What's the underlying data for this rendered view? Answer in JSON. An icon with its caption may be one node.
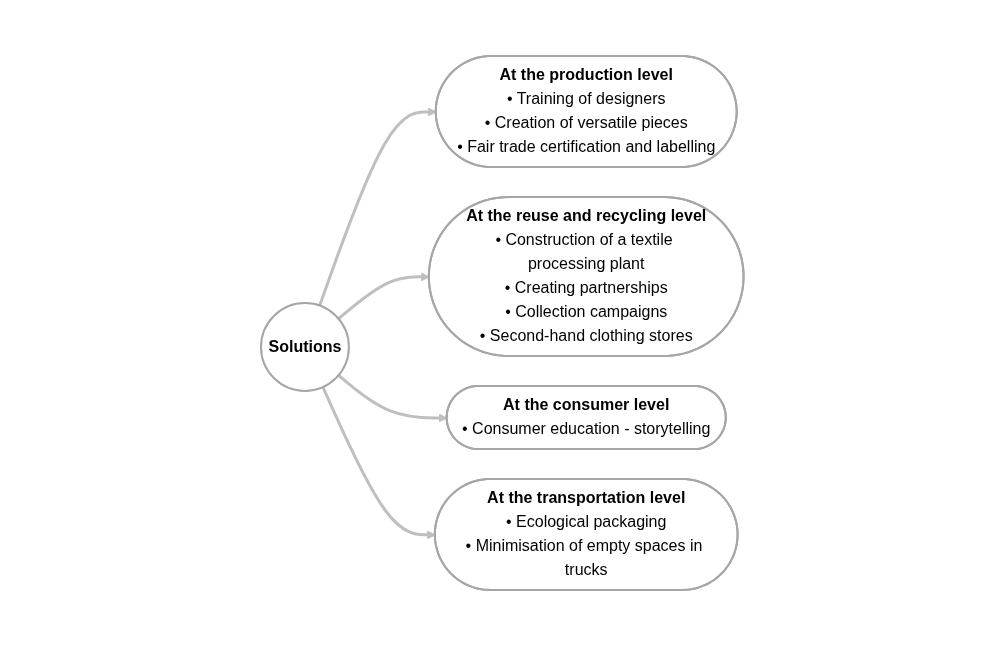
{
  "diagram": {
    "nodes": [
      {
        "text": [
          "At the production level",
          "• Training of designers",
          "• Creation of versatile pieces",
          "• Fair trade certification and labelling"
        ]
      },
      {
        "text": [
          "At the transportation level",
          "• Ecological packaging",
          "• Minimisation of empty spaces in trucks"
        ]
      },
      {
        "text": [
          "Solutions"
        ]
      },
      {
        "text": [
          "At the reuse and recycling level",
          "• Construction of a textile processing plant",
          "• Creating partnerships",
          "• Collection campaigns",
          "• Second-hand clothing stores"
        ]
      },
      {
        "text": [
          "At the consumer level",
          "• Consumer education - storytelling"
        ]
      }
    ],
    "edges": [
      {
        "from": 2,
        "to": 0,
        "arrow": "to"
      },
      {
        "from": 2,
        "to": 3,
        "arrow": "to"
      },
      {
        "from": 2,
        "to": 4,
        "arrow": "to"
      },
      {
        "from": 2,
        "to": 1,
        "arrow": "to"
      }
    ]
  }
}
